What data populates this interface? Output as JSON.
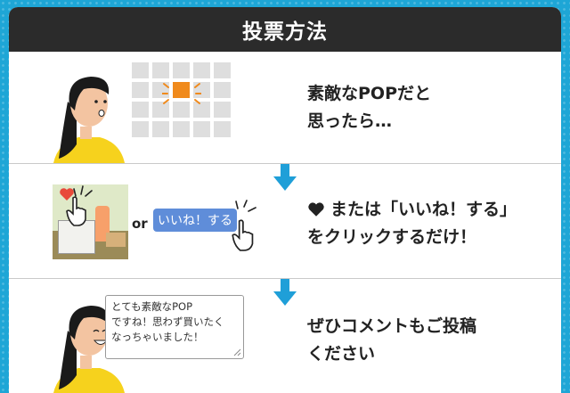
{
  "header": {
    "title": "投票方法"
  },
  "steps": [
    {
      "caption_line1": "素敵なPOPだと",
      "caption_line2": "思ったら…"
    },
    {
      "caption_line1": "または「いいね！する」",
      "caption_line2": "をクリックするだけ！",
      "or_label": "or",
      "like_button_label": "いいね！する"
    },
    {
      "caption_line1": "ぜひコメントもご投稿",
      "caption_line2": "ください",
      "comment_lines": [
        "とても素敵なPOP",
        "ですね！思わず買いたく",
        "なっちゃいました！"
      ]
    }
  ],
  "colors": {
    "background": "#1ea6d6",
    "header": "#2b2b2b",
    "arrow": "#1f9fd8",
    "highlight": "#f08a1c",
    "shirt": "#f6d21d",
    "hair": "#1a1a1a",
    "like_button": "#5f8dd9"
  }
}
